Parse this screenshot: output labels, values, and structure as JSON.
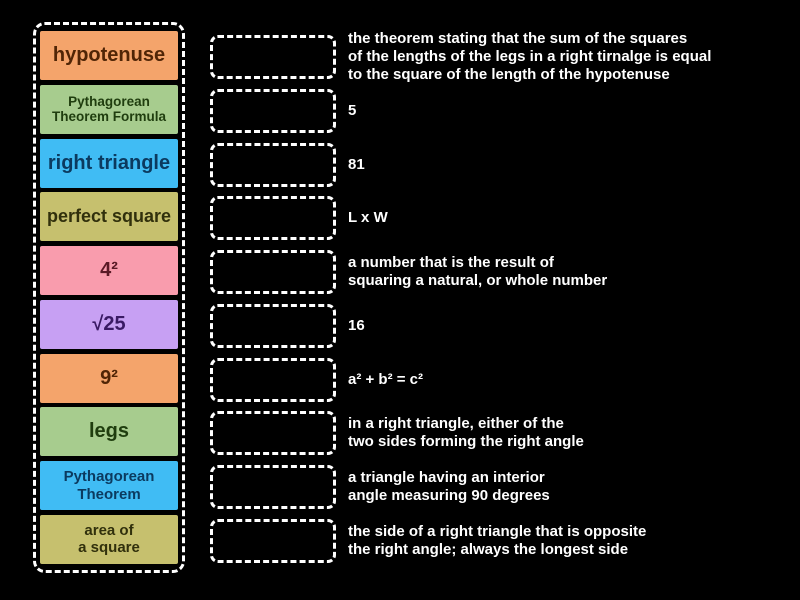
{
  "colors": {
    "background": "#000000",
    "dashed_border": "#ffffff",
    "definition_text": "#ffffff"
  },
  "rows": [
    {
      "term": "hypotenuse",
      "tile_color": "#F4A46B",
      "term_color": "#502506",
      "definition": "the theorem stating that the sum of the squares\nof the lengths of the legs in a right tirnalge is equal\nto the square of the length of the hypotenuse"
    },
    {
      "term": "Pythagorean\nTheorem Formula",
      "tile_color": "#A7CC8E",
      "term_color": "#1F3D0E",
      "definition": "5"
    },
    {
      "term": "right triangle",
      "tile_color": "#40BCF4",
      "term_color": "#0B3A5F",
      "definition": "81"
    },
    {
      "term": "perfect square",
      "tile_color": "#C6C06E",
      "term_color": "#31300C",
      "definition": "L x W"
    },
    {
      "term": "4²",
      "tile_color": "#F99CAD",
      "term_color": "#5A1A26",
      "definition": "a number that is the result of\nsquaring a natural, or whole number"
    },
    {
      "term": "√25",
      "tile_color": "#C7A0F3",
      "term_color": "#3A1A64",
      "definition": "16"
    },
    {
      "term": "9²",
      "tile_color": "#F4A46B",
      "term_color": "#502506",
      "definition": "a² + b² = c²"
    },
    {
      "term": "legs",
      "tile_color": "#A7CC8E",
      "term_color": "#1F3D0E",
      "definition": "in a right triangle, either of the\ntwo sides forming the right angle"
    },
    {
      "term": "Pythagorean\nTheorem",
      "tile_color": "#40BCF4",
      "term_color": "#0B3A5F",
      "definition": "a triangle having an interior\nangle measuring 90 degrees"
    },
    {
      "term": "area of\na square",
      "tile_color": "#C6C06E",
      "term_color": "#31300C",
      "definition": "the side of a right triangle that is opposite\nthe right angle; always the longest side"
    }
  ]
}
